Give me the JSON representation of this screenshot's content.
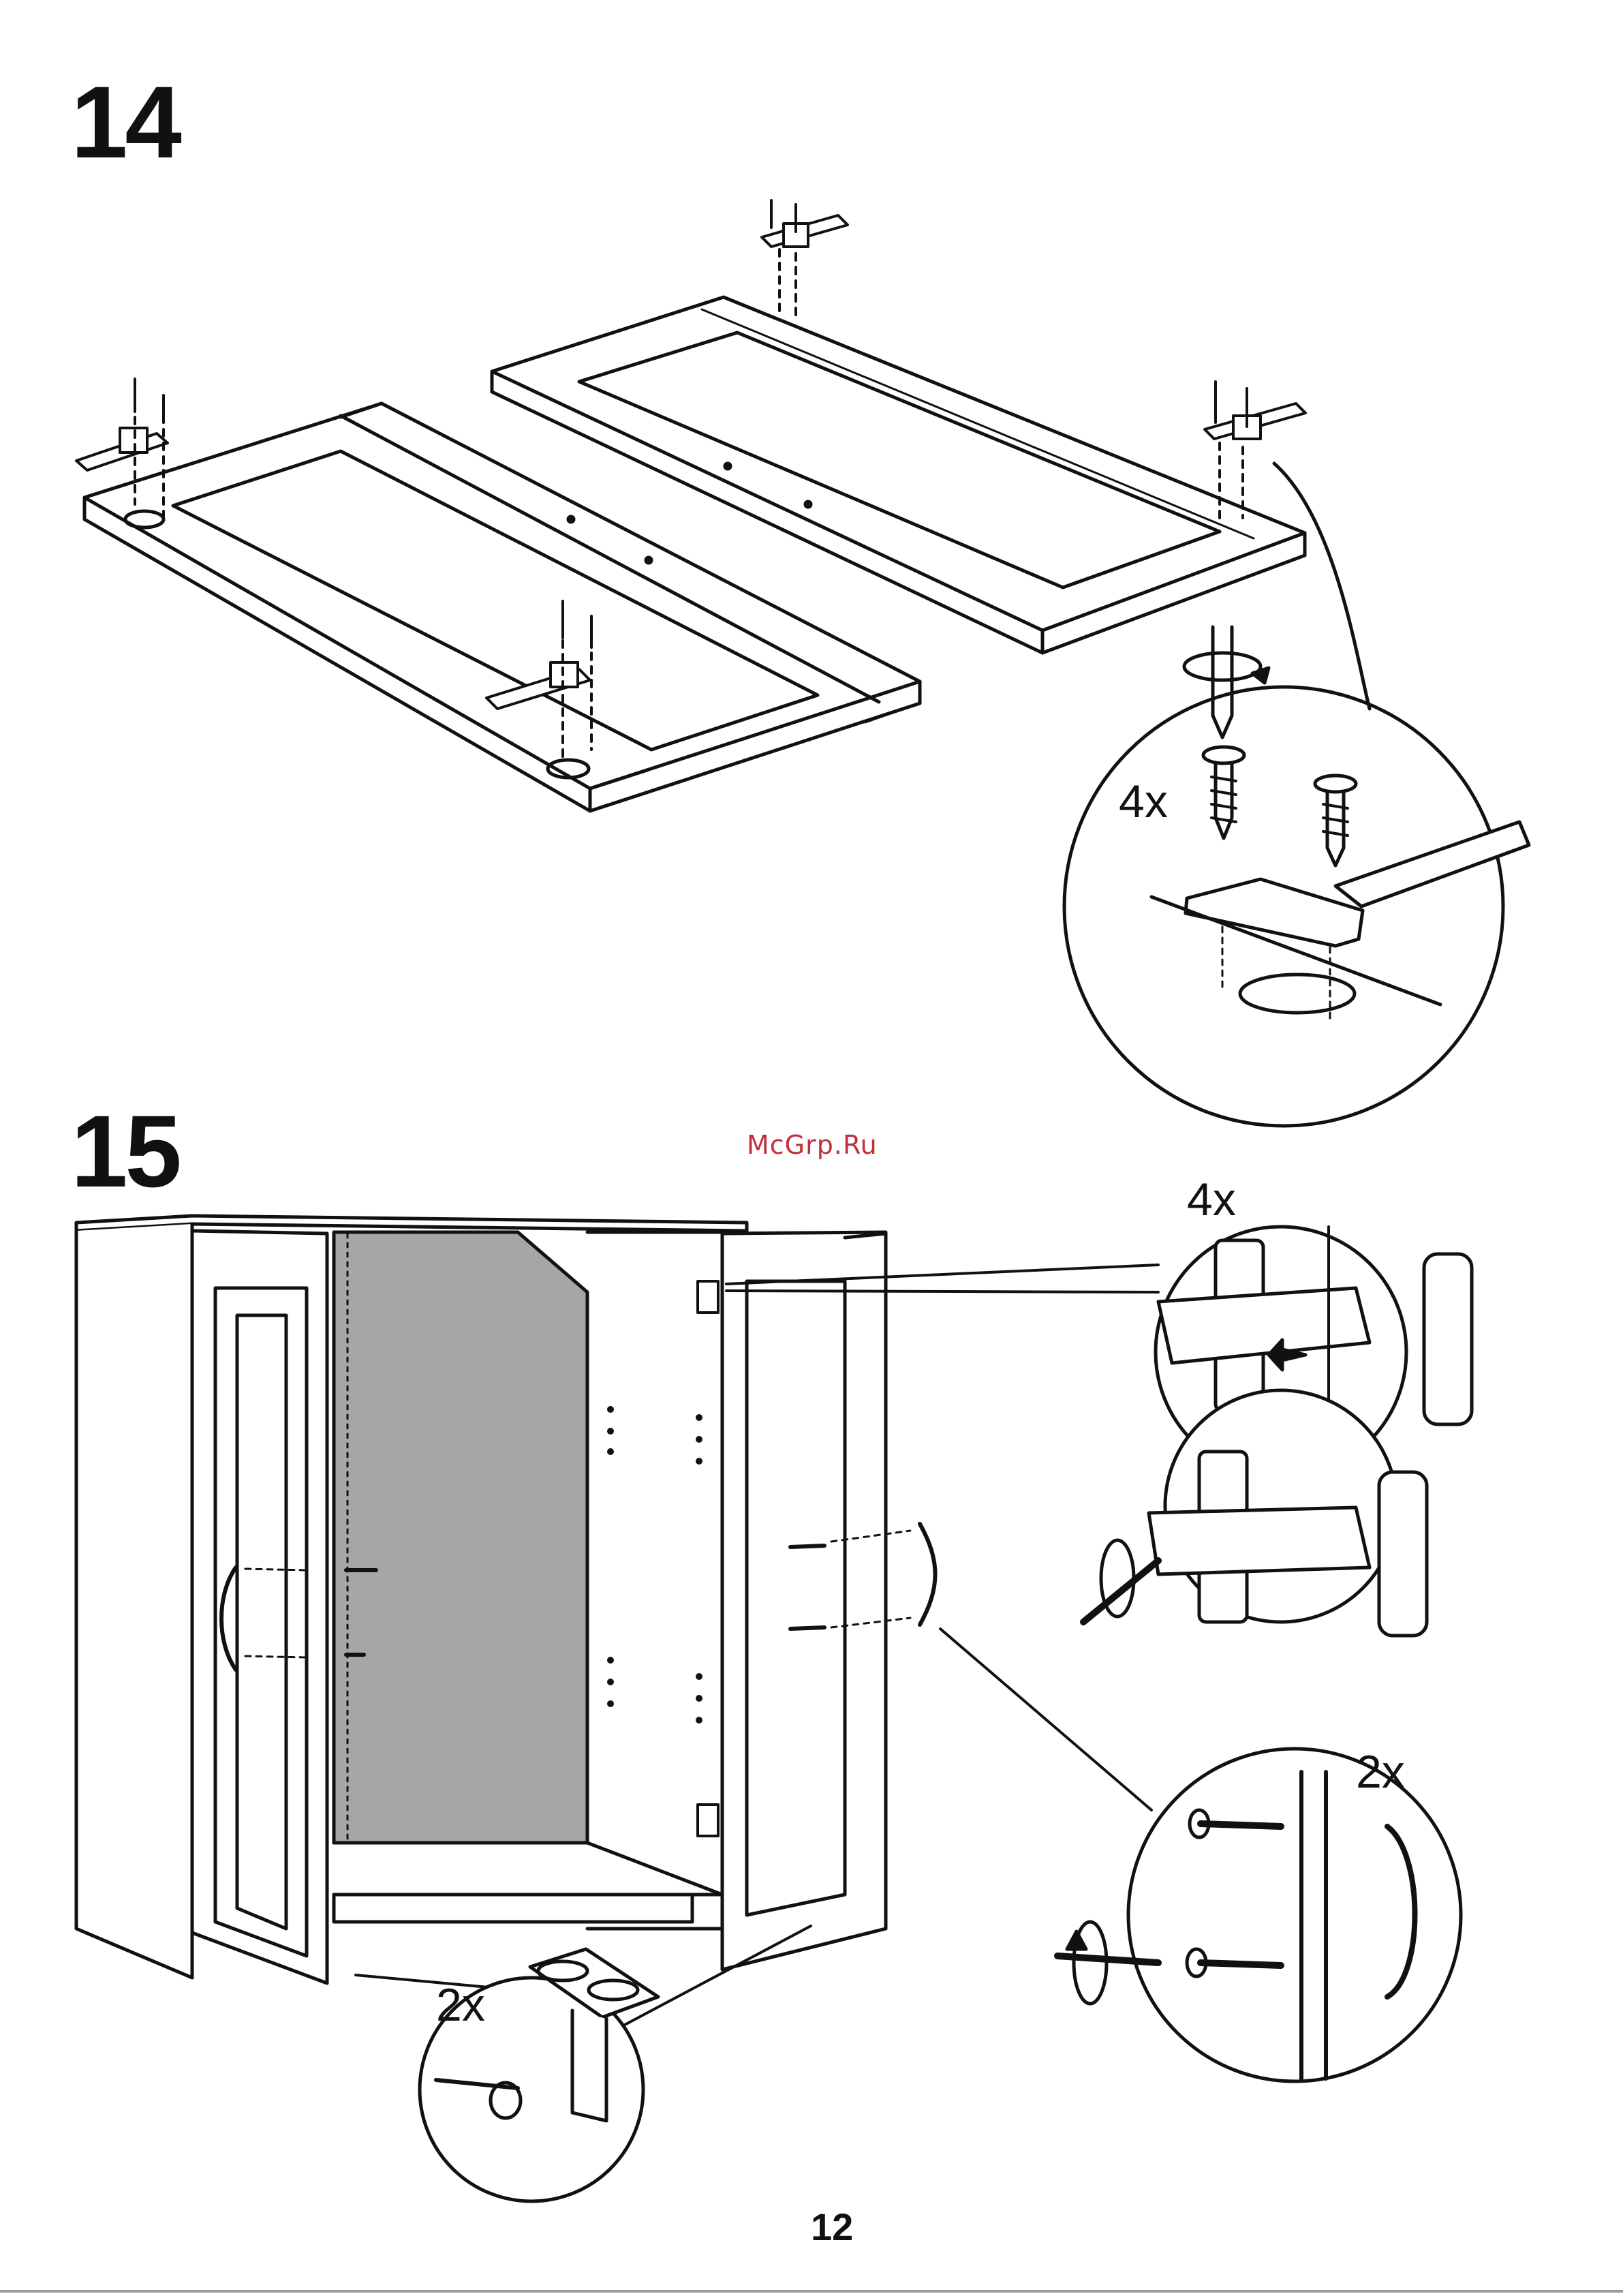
{
  "page": {
    "page_number": "12",
    "watermark": "McGrp.Ru"
  },
  "step14": {
    "number": "14",
    "callout_quantity": "4x"
  },
  "step15": {
    "number": "15",
    "hinge_quantity": "4x",
    "handle_quantity": "2x",
    "leg_quantity": "2x"
  },
  "colors": {
    "ink": "#111111",
    "panel_fill": "#a6a6a6",
    "watermark": "#c0303a"
  }
}
